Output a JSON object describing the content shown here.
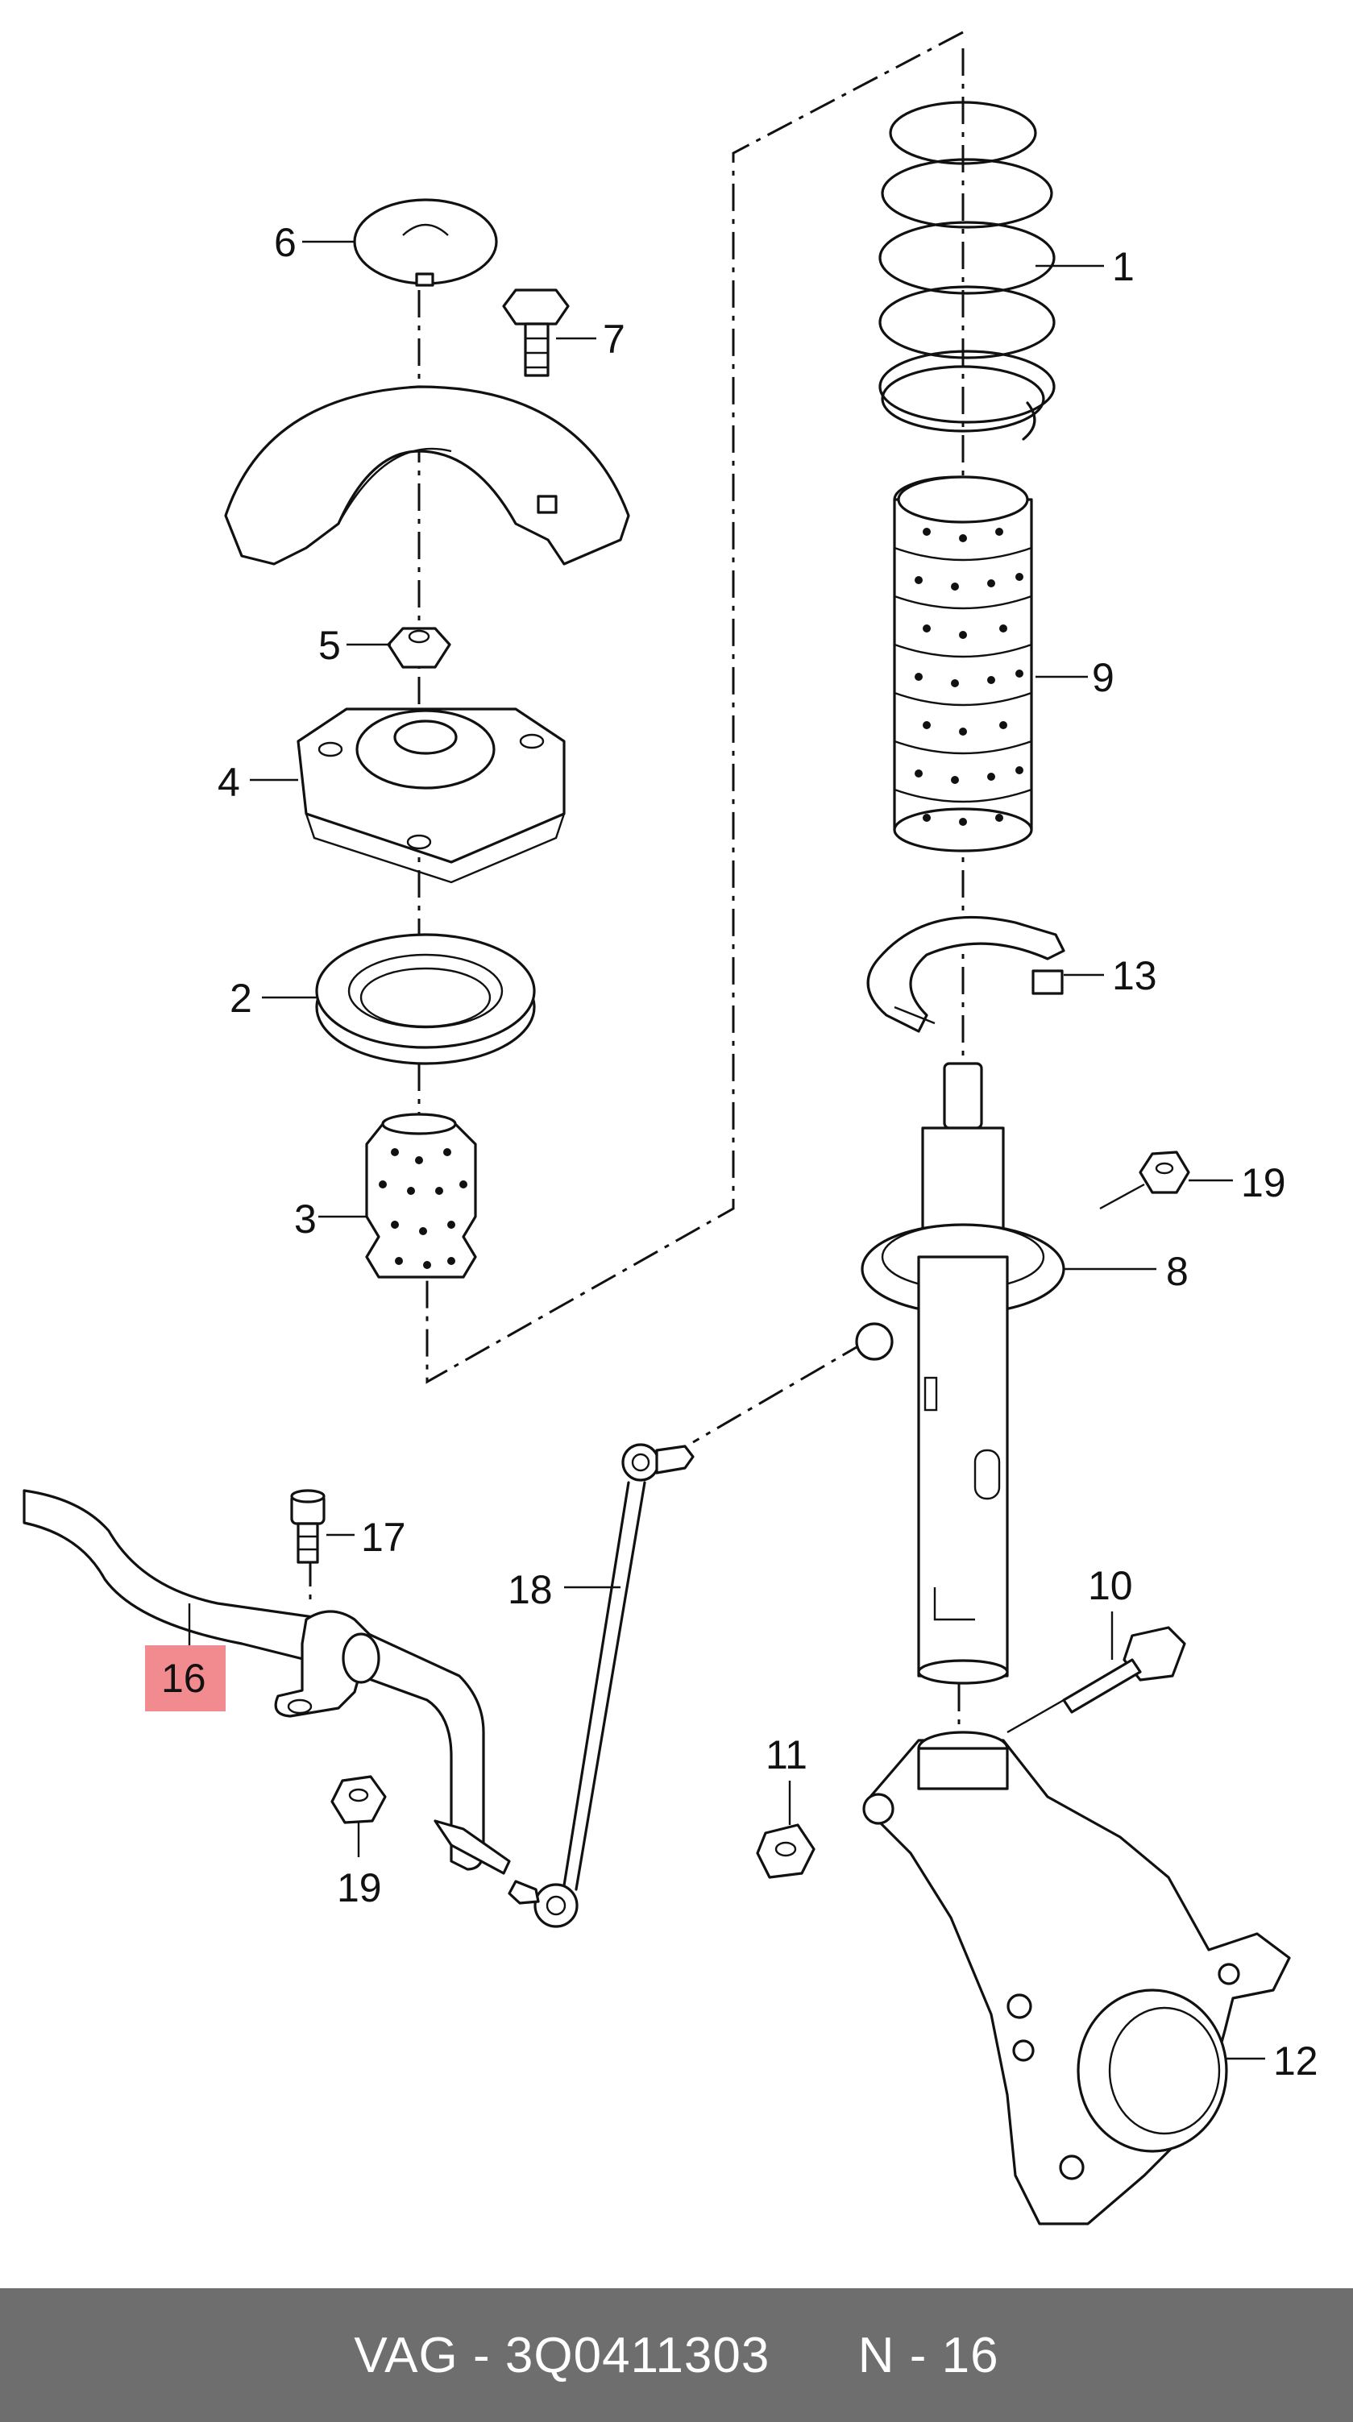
{
  "diagram": {
    "highlight_color": "#f28b8f",
    "line_color": "#111111",
    "callouts": [
      {
        "id": "c1",
        "label": "1"
      },
      {
        "id": "c2",
        "label": "2"
      },
      {
        "id": "c3",
        "label": "3"
      },
      {
        "id": "c4",
        "label": "4"
      },
      {
        "id": "c5",
        "label": "5"
      },
      {
        "id": "c6",
        "label": "6"
      },
      {
        "id": "c7",
        "label": "7"
      },
      {
        "id": "c8",
        "label": "8"
      },
      {
        "id": "c9",
        "label": "9"
      },
      {
        "id": "c10",
        "label": "10"
      },
      {
        "id": "c11",
        "label": "11"
      },
      {
        "id": "c12",
        "label": "12"
      },
      {
        "id": "c13",
        "label": "13"
      },
      {
        "id": "c16",
        "label": "16",
        "highlighted": true
      },
      {
        "id": "c17",
        "label": "17"
      },
      {
        "id": "c18",
        "label": "18"
      },
      {
        "id": "c19a",
        "label": "19"
      },
      {
        "id": "c19b",
        "label": "19"
      }
    ]
  },
  "footer": {
    "background": "#6e6e6e",
    "brand": "VAG",
    "separator": "-",
    "part_number": "3Q0411303",
    "position_label": "N - 16"
  }
}
